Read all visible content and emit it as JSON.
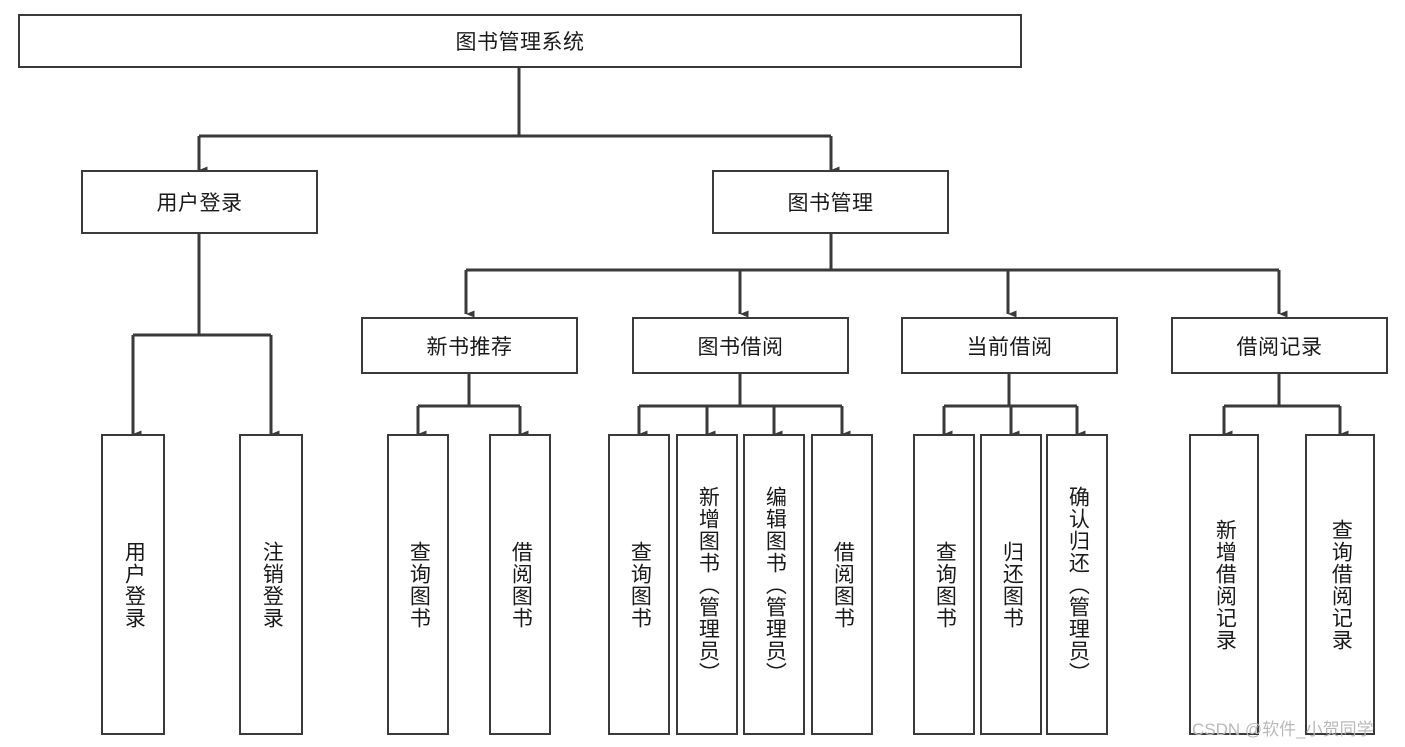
{
  "diagram": {
    "title_node": {
      "label": "图书管理系统"
    },
    "level2": [
      {
        "id": "user-login",
        "label": "用户登录"
      },
      {
        "id": "book-manage",
        "label": "图书管理"
      }
    ],
    "level3": [
      {
        "id": "new-book-recommend",
        "label": "新书推荐"
      },
      {
        "id": "book-borrow",
        "label": "图书借阅"
      },
      {
        "id": "current-borrow",
        "label": "当前借阅"
      },
      {
        "id": "borrow-record",
        "label": "借阅记录"
      }
    ],
    "leaves": {
      "user_login": [
        {
          "id": "leaf-user-login",
          "label": "用户登录"
        },
        {
          "id": "leaf-logout-login",
          "label": "注销登录"
        }
      ],
      "new_book_recommend": [
        {
          "id": "leaf-query-book-1",
          "label": "查询图书"
        },
        {
          "id": "leaf-borrow-book-1",
          "label": "借阅图书"
        }
      ],
      "book_borrow": [
        {
          "id": "leaf-query-book-2",
          "label": "查询图书"
        },
        {
          "id": "leaf-add-book",
          "label": "新增图书（管理员）"
        },
        {
          "id": "leaf-edit-book",
          "label": "编辑图书（管理员）"
        },
        {
          "id": "leaf-borrow-book-2",
          "label": "借阅图书"
        }
      ],
      "current_borrow": [
        {
          "id": "leaf-query-book-3",
          "label": "查询图书"
        },
        {
          "id": "leaf-return-book",
          "label": "归还图书"
        },
        {
          "id": "leaf-confirm-return",
          "label": "确认归还（管理员）"
        }
      ],
      "borrow_record": [
        {
          "id": "leaf-add-record",
          "label": "新增借阅记录"
        },
        {
          "id": "leaf-query-record",
          "label": "查询借阅记录"
        }
      ]
    }
  },
  "watermark": {
    "text": "CSDN @软件_小贺同学"
  },
  "colors": {
    "stroke": "#3a3a3a",
    "text": "#1a1a1a",
    "background": "#ffffff",
    "watermark": "#b9b9b9"
  }
}
